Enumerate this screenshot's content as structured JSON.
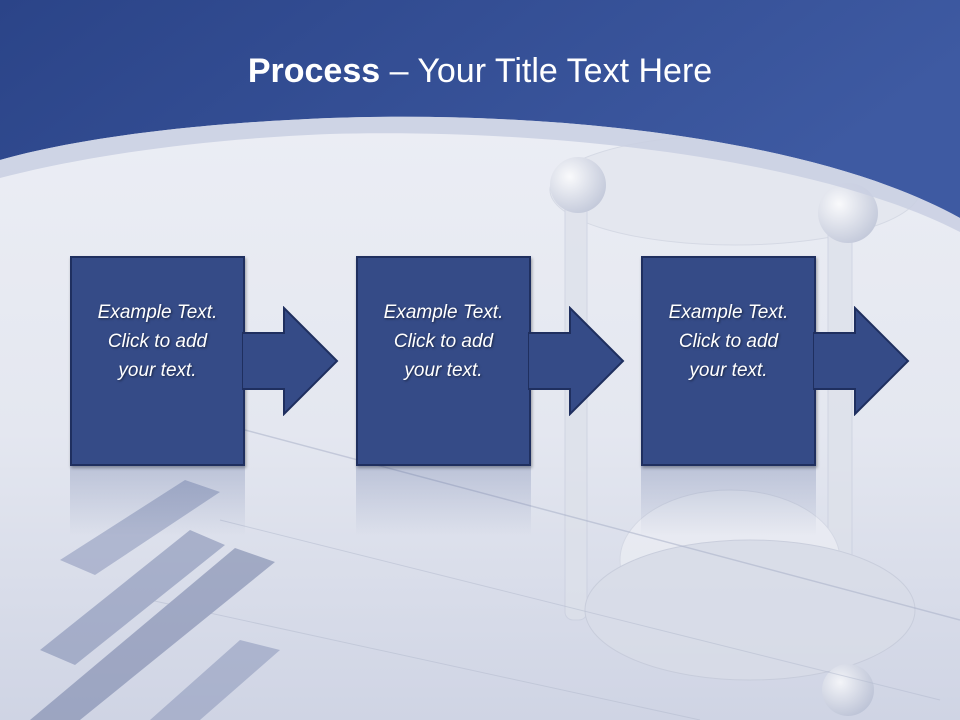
{
  "slide": {
    "title_bold": "Process",
    "title_rest": " – Your Title Text Here"
  },
  "steps": [
    {
      "line1": "Example Text.",
      "line2": "Click  to add",
      "line3": "your text."
    },
    {
      "line1": "Example Text.",
      "line2": "Click  to add",
      "line3": "your text."
    },
    {
      "line1": "Example Text.",
      "line2": "Click  to add",
      "line3": "your text."
    }
  ],
  "colors": {
    "header_blue": "#2f4a8f",
    "box_fill": "#354b87",
    "box_border": "#1f2f5f",
    "background": "#e9ebf2"
  }
}
